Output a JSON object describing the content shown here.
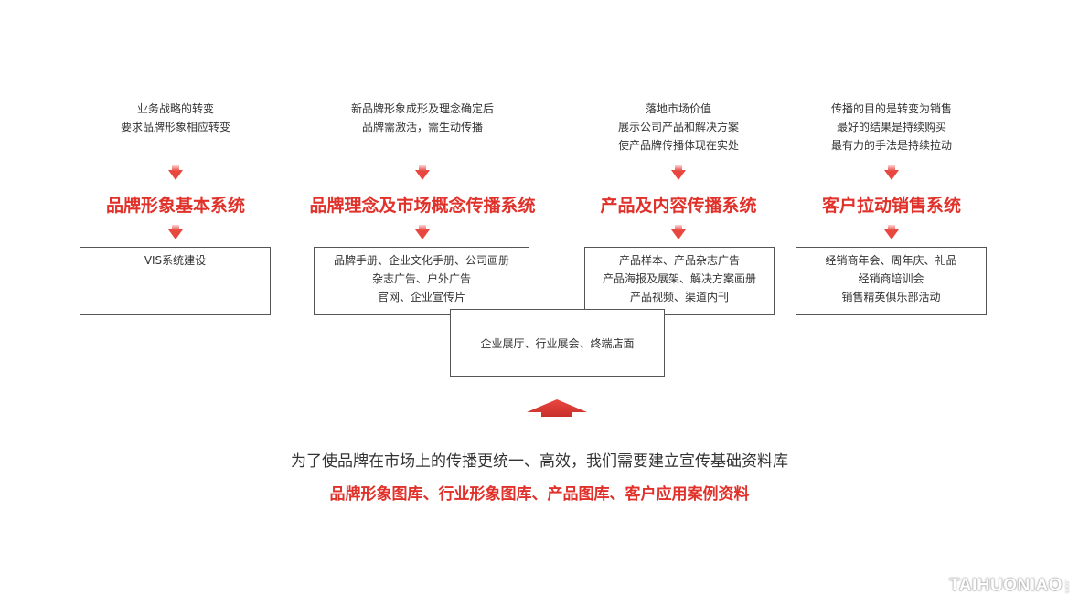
{
  "columns": [
    {
      "intro": [
        "业务战略的转变",
        "要求品牌形象相应转变"
      ],
      "title": "品牌形象基本系统",
      "box": [
        "VIS系统建设"
      ]
    },
    {
      "intro": [
        "新品牌形象成形及理念确定后",
        "品牌需激活，需生动传播"
      ],
      "title": "品牌理念及市场概念传播系统",
      "box": [
        "品牌手册、企业文化手册、公司画册",
        "杂志广告、户外广告",
        "官网、企业宣传片"
      ]
    },
    {
      "intro": [
        "落地市场价值",
        "展示公司产品和解决方案",
        "使产品牌传播体现在实处"
      ],
      "title": "产品及内容传播系统",
      "box": [
        "产品样本、产品杂志广告",
        "产品海报及展架、解决方案画册",
        "产品视频、渠道内刊"
      ]
    },
    {
      "intro": [
        "传播的目的是转变为销售",
        "最好的结果是持续购买",
        "最有力的手法是持续拉动"
      ],
      "title": "客户拉动销售系统",
      "box": [
        "经销商年会、周年庆、礼品",
        "经销商培训会",
        "销售精英俱乐部活动"
      ]
    }
  ],
  "shared_box": "企业展厅、行业展会、终端店面",
  "bottom": {
    "main": "为了使品牌在市场上的传播更统一、高效，我们需要建立宣传基础资料库",
    "highlight": "品牌形象图库、行业形象图库、产品图库、客户应用案例资料"
  },
  "watermark": {
    "text": "TAIHUONIAO",
    "suffix": ".com"
  },
  "colors": {
    "accent": "#e0312a",
    "text": "#333333",
    "border": "#555555"
  }
}
